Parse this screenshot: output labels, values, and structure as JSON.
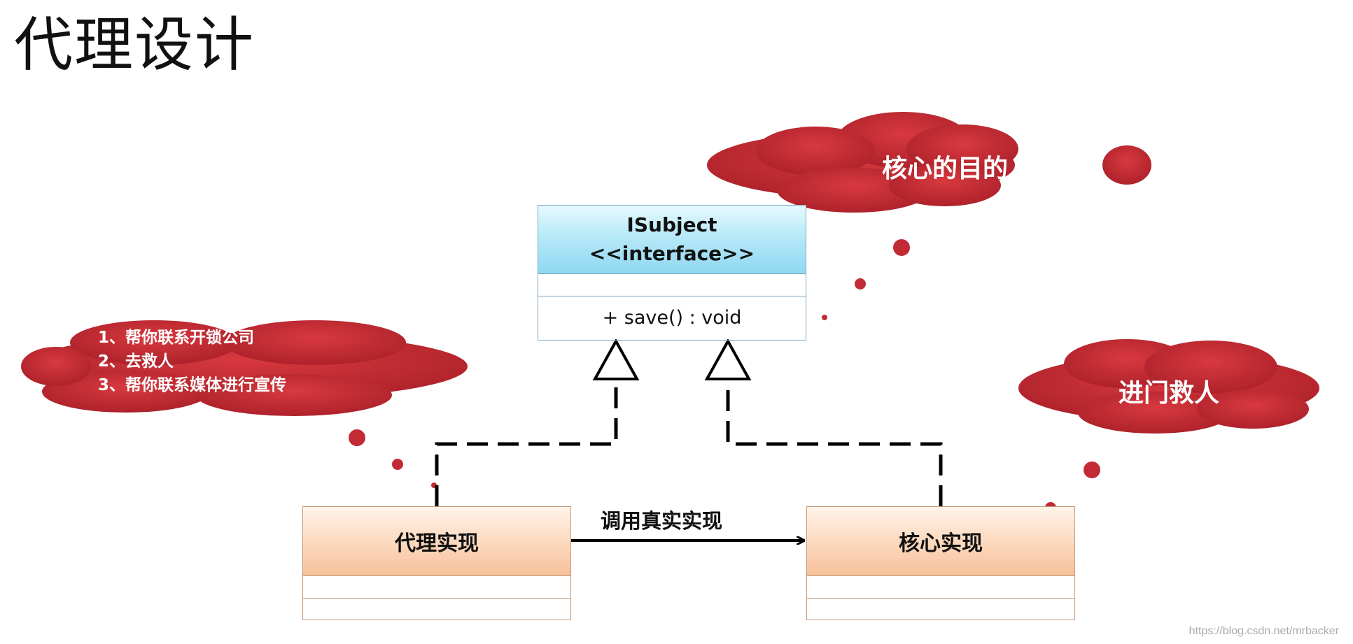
{
  "title": "代理设计",
  "interface": {
    "name": "ISubject",
    "stereotype": "<<interface>>",
    "method": "+ save() : void"
  },
  "proxy_class": {
    "name": "代理实现"
  },
  "core_class": {
    "name": "核心实现"
  },
  "call_label": "调用真实实现",
  "callouts": {
    "core_purpose": "核心的目的",
    "rescue": "进门救人",
    "proxy_duties": [
      "1、帮你联系开锁公司",
      "2、去救人",
      "3、帮你联系媒体进行宣传"
    ]
  },
  "watermark": "https://blog.csdn.net/mrbacker",
  "colors": {
    "cloud": "#c22b35",
    "interface_head": "#a9e3f5",
    "class_head": "#fbd3b4"
  }
}
